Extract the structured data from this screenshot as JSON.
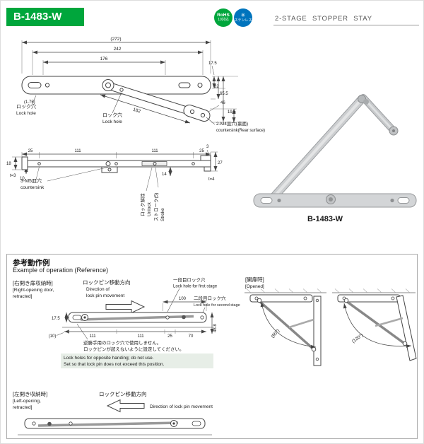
{
  "header": {
    "model": "B-1483-W",
    "subtitle": "2-STAGE STOPPER STAY",
    "rohs_line1": "RoHS",
    "rohs_line2": "10対応",
    "stainless_icon": "✳",
    "stainless_label": "ステンレス"
  },
  "colors": {
    "header_green": "#00a63c",
    "badge_blue": "#0074bd",
    "note_highlight": "#e7eee7"
  },
  "top_view": {
    "dim_overall": "(272)",
    "dim_242": "242",
    "dim_176": "176",
    "dim_17_5": "17.5",
    "dim_32": "32",
    "dim_65_5": "65.5",
    "dim_46": "46",
    "dim_19_5": "19.5",
    "dim_1_75": "(1.75)",
    "dim_182": "182",
    "lock_hole_jp": "ロック穴",
    "lock_hole_en": "Lock hole",
    "lock_hole2_jp": "ロック穴",
    "lock_hole2_en": "Lock hole",
    "countersink_jp": "2-M4皿穴(裏面)",
    "countersink_en": "countersink(Rear surface)"
  },
  "side_view": {
    "dim_25_left": "25",
    "dim_111_a": "111",
    "dim_111_b": "111",
    "dim_25_right": "25",
    "dim_3": "3",
    "dim_18": "18",
    "thickness_t3": "t=3",
    "dim_10": "10",
    "dim_27": "27",
    "thickness_t4": "t=4",
    "dim_14": "14",
    "countersink_jp": "3-M5皿穴",
    "countersink_en": "countersink",
    "unlock_jp": "ロック解除",
    "unlock_en": "Unlock",
    "stroke_jp": "ストローク(5)",
    "stroke_en": "Stroke"
  },
  "product": {
    "label": "B-1483-W"
  },
  "operation": {
    "title_jp": "参考動作例",
    "title_en": "Example of operation (Reference)",
    "right_opening": {
      "jp": "[右開き扉収納時]",
      "en1": "[Right-opening door,",
      "en2": "retracted]"
    },
    "pin_direction": {
      "jp": "ロックピン移動方向",
      "en1": "Direction of",
      "en2": "lock pin movement"
    },
    "first_stage": {
      "jp": "一段目ロック穴",
      "en": "Lock hole for first stage"
    },
    "second_stage": {
      "jp": "二段目ロック穴",
      "en": "Lock hole for second stage"
    },
    "dims": {
      "d100": "100",
      "d48_8": "48.8",
      "d17_5": "17.5",
      "d10": "(10)",
      "d111a": "111",
      "d111b": "111",
      "d25": "25",
      "d70": "70"
    },
    "note": {
      "jp1": "逆勝手用のロック穴で使用しません。",
      "jp2": "ロックピンが超えないように設定してください。",
      "en1": "Lock holes for opposite handing; do not use.",
      "en2": "Set so that lock pin does not exceed this position."
    },
    "opened": {
      "jp": "[開扉時]",
      "en": "[Opened]",
      "angle90": "(90°)",
      "angle120": "(120°)"
    },
    "left_opening": {
      "jp": "[左開き収納時]",
      "en1": "[Left-opening,",
      "en2": "retracted]"
    },
    "pin_direction2": {
      "jp": "ロックピン移動方向",
      "en": "Direction of lock pin movement"
    }
  }
}
